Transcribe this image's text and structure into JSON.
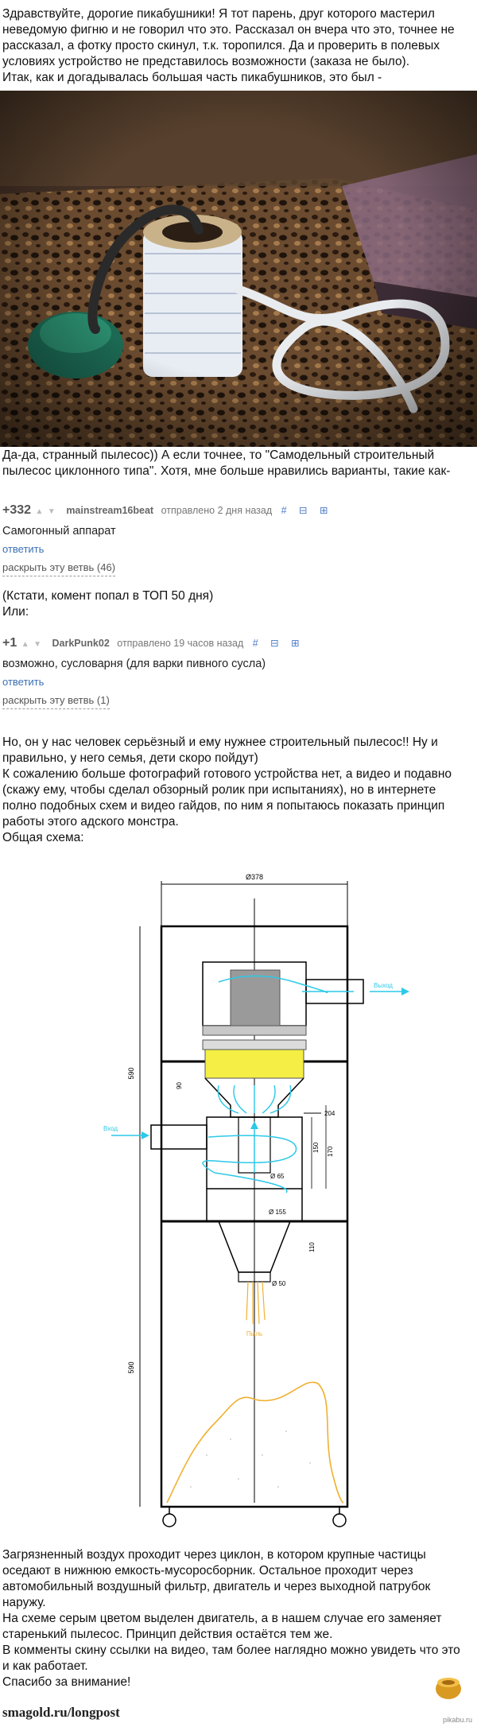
{
  "intro": {
    "lines": [
      "Здравствуйте, дорогие пикабушники! Я тот парень, друг которого мастерил",
      "неведомую фигню и не говорил что это. Рассказал он вчера что это, точнее не",
      "рассказал, а фотку просто скинул, т.к. торопился. Да и проверить в полевых",
      "условиях устройство не представилось возможности (заказа не было).",
      "Итак, как и догадывалась большая часть пикабушников, это был -"
    ]
  },
  "after_photo": {
    "lines": [
      "Да-да, странный пылесос)) А если точнее, то \"Самодельный строительный",
      "пылесос циклонного типа\". Хотя, мне больше нравились варианты, такие как-"
    ]
  },
  "comment1": {
    "score": "+332",
    "user": "mainstream16beat",
    "time": "отправлено 2 дня назад",
    "tools": "# ⊟ ⊞",
    "text": "Самогонный аппарат",
    "reply": "ответить",
    "expand": "раскрыть эту ветвь (46)"
  },
  "between": {
    "lines": [
      "(Кстати, комент попал в ТОП 50 дня)",
      "Или:"
    ]
  },
  "comment2": {
    "score": "+1",
    "user": "DarkPunk02",
    "time": "отправлено 19 часов назад",
    "tools": "# ⊟ ⊞",
    "text": "возможно, сусловарня (для варки пивного сусла)",
    "reply": "ответить",
    "expand": "раскрыть эту ветвь (1)"
  },
  "middle": {
    "lines": [
      "Но, он у нас человек серьёзный и ему нужнее строительный пылесос!! Ну и",
      "правильно, у него семья, дети скоро пойдут)",
      "К сожалению больше фотографий готового устройства нет, а видео и подавно",
      "(скажу ему, чтобы сделал обзорный ролик при испытаниях), но в интернете",
      "полно подобных схем и видео гайдов, по ним я попытаюсь показать принцип",
      "работы этого адского монстра.",
      "Общая схема:"
    ]
  },
  "diagram": {
    "dim_top": "Ø378",
    "dim_left_upper": "590",
    "dim_left_lower": "590",
    "dim_90": "90",
    "dim_204": "204",
    "dim_150": "150",
    "dim_170": "170",
    "dim_65": "Ø 65",
    "dim_155": "Ø 155",
    "dim_110": "110",
    "dim_50": "Ø 50",
    "label_out": "Выход",
    "label_in": "Вход",
    "label_dust": "Пыль",
    "colors": {
      "air": "#2cc9e8",
      "filter": "#f5ef45",
      "motor": "#9a9a9a",
      "dust": "#f0b030"
    }
  },
  "ending": {
    "lines": [
      "Загрязненный воздух проходит через циклон, в котором крупные частицы",
      "оседают в нижнюю емкость-мусоросборник. Остальное проходит через",
      "автомобильный воздушный фильтр, двигатель и через выходной патрубок",
      "наружу.",
      "На схеме серым цветом выделен двигатель, а в нашем случае его заменяет",
      "старенький пылесос. Принцип действия остаётся тем же.",
      "В комменты скину ссылки на видео, там более наглядно можно увидеть что это",
      "и как работает.",
      "Спасибо за внимание!"
    ]
  },
  "footer": {
    "site": "smagold.ru/longpost",
    "watermark": "pikabu.ru"
  }
}
